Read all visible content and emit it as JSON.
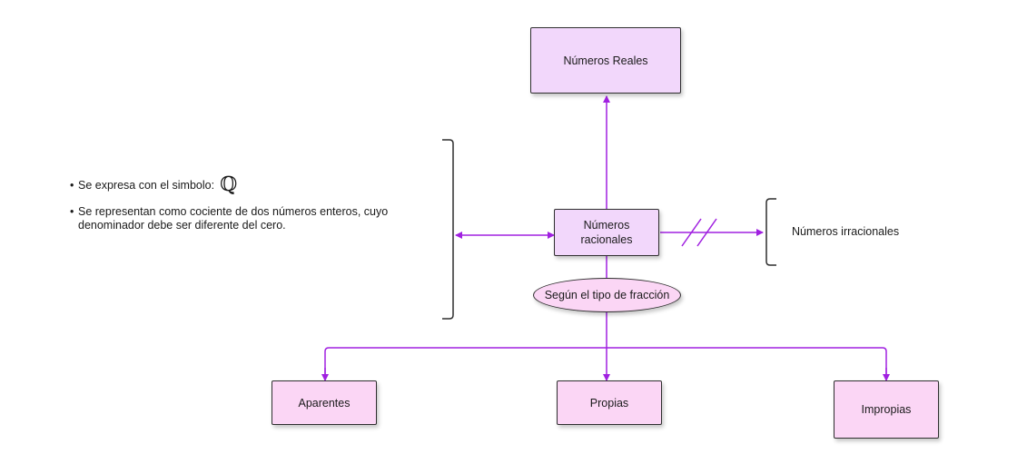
{
  "nodes": {
    "reales": "Números Reales",
    "racionales_line1": "Números",
    "racionales_line2": "racionales",
    "irracionales": "Números irracionales",
    "segun": "Según el tipo de fracción",
    "aparentes": "Aparentes",
    "propias": "Propias",
    "impropias": "Impropias"
  },
  "notes": {
    "bullet1_text": "Se expresa con el simbolo:",
    "bullet1_symbol": "ℚ",
    "bullet2_text": "Se representan como cociente de dos números enteros, cuyo denominador debe ser diferente del cero."
  },
  "colors": {
    "connector": "#a020e0",
    "node_fill_top": "#f2d7fb",
    "node_fill_leaf": "#fbd6f5",
    "border": "#2f2f2f"
  }
}
